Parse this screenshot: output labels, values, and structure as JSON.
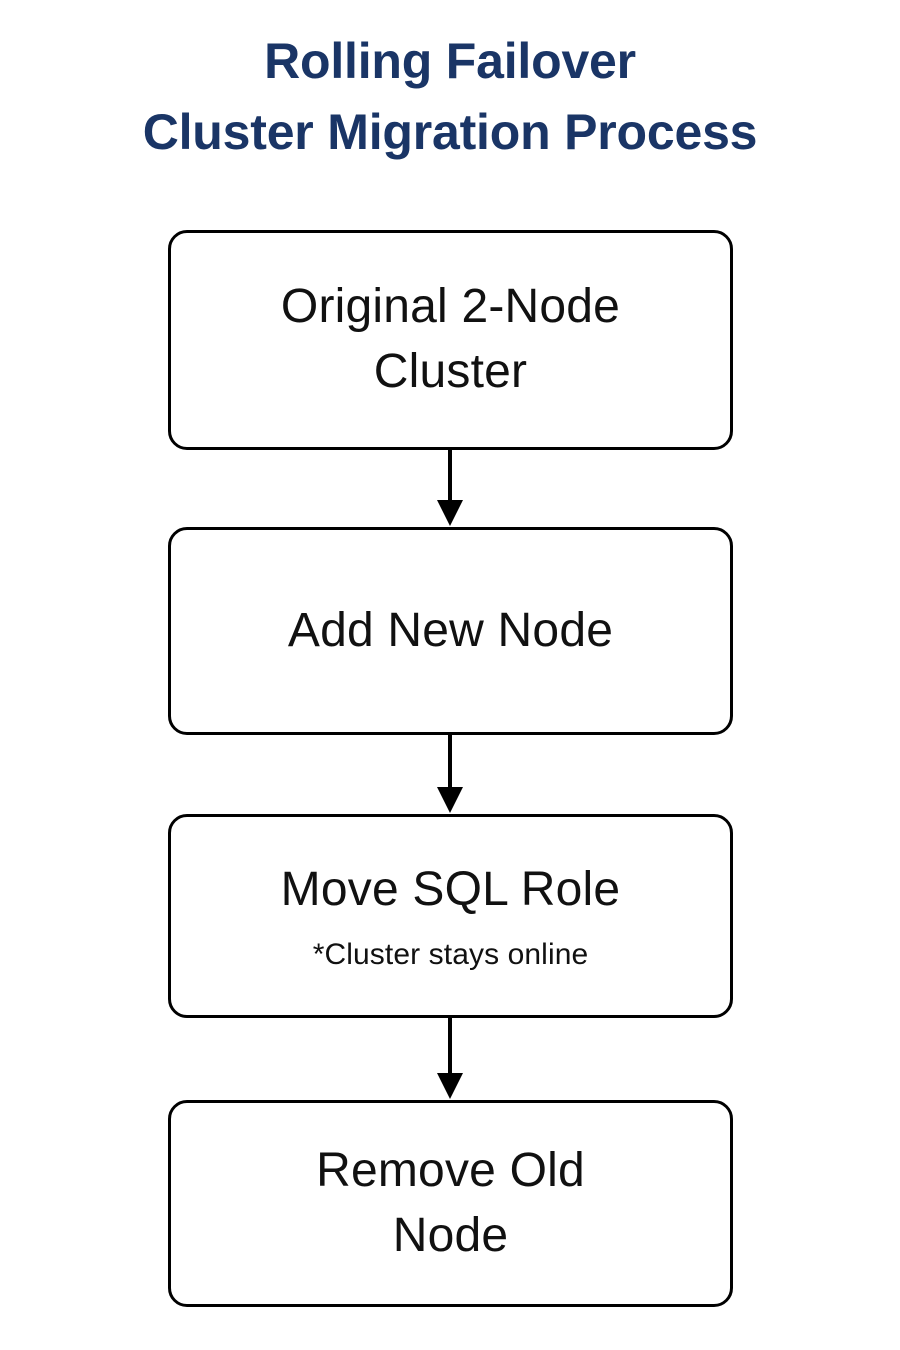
{
  "title": {
    "line1": "Rolling Failover",
    "line2": "Cluster Migration Process",
    "color": "#1a3566"
  },
  "colors": {
    "title": "#1a3566",
    "box_border": "#000000",
    "box_fill": "#ffffff",
    "box_text": "#111111",
    "arrow": "#000000",
    "background": "#ffffff"
  },
  "flow": {
    "type": "flowchart-vertical",
    "steps": [
      {
        "id": "step-1",
        "order": 1,
        "label": "Original 2-Node Cluster",
        "label_lines": [
          "Original 2-Node",
          "Cluster"
        ],
        "sublabel": ""
      },
      {
        "id": "step-2",
        "order": 2,
        "label": "Add New Node",
        "label_lines": [
          "Add New Node"
        ],
        "sublabel": ""
      },
      {
        "id": "step-3",
        "order": 3,
        "label": "Move SQL Role",
        "label_lines": [
          "Move SQL Role"
        ],
        "sublabel": "*Cluster stays online"
      },
      {
        "id": "step-4",
        "order": 4,
        "label": "Remove Old Node",
        "label_lines": [
          "Remove Old",
          "Node"
        ],
        "sublabel": ""
      }
    ],
    "connectors": [
      {
        "id": "connector-1",
        "from": "step-1",
        "to": "step-2",
        "kind": "down-arrow"
      },
      {
        "id": "connector-2",
        "from": "step-2",
        "to": "step-3",
        "kind": "down-arrow"
      },
      {
        "id": "connector-3",
        "from": "step-3",
        "to": "step-4",
        "kind": "down-arrow"
      }
    ]
  }
}
